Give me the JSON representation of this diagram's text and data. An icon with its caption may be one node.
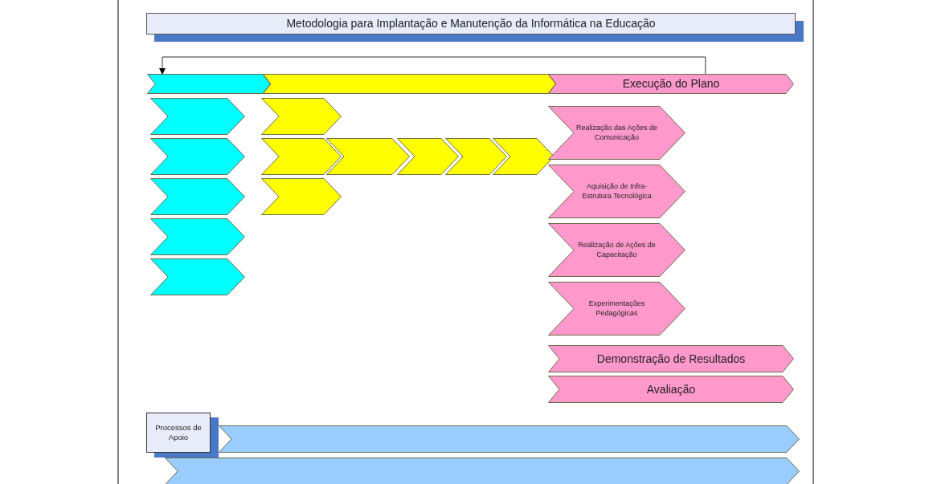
{
  "diagram": {
    "title": "Metodologia para Implantação e Manutenção da Informática na Educação",
    "nodes": [
      {
        "text": [],
        "shape": "chevron"
      },
      {
        "text": [],
        "shape": "chevron"
      },
      {
        "text": [
          "Execução do Plano"
        ]
      },
      {
        "text": [],
        "shape": "chevron"
      },
      {
        "text": [],
        "shape": "chevron"
      },
      {
        "text": [],
        "shape": "chevron"
      },
      {
        "text": [],
        "shape": "chevron"
      },
      {
        "text": [],
        "shape": "chevron"
      },
      {
        "text": [],
        "shape": "chevron"
      },
      {
        "text": [],
        "shape": "chevron"
      },
      {
        "text": [],
        "shape": "chevron"
      },
      {
        "text": [],
        "shape": "chevron"
      },
      {
        "text": [],
        "shape": "chevron"
      },
      {
        "text": [],
        "shape": "chevron"
      },
      {
        "text": [],
        "shape": "chevron"
      },
      {
        "text": [
          "Realização das Ações de Comunicação"
        ]
      },
      {
        "text": [
          "Aquisição de Infra-Estrutura Tecnológica"
        ]
      },
      {
        "text": [
          "Realização de Ações de Capacitação"
        ]
      },
      {
        "text": [
          "Experimentações Pedagógicas"
        ]
      },
      {
        "text": [
          "Demonstração de Resultados"
        ]
      },
      {
        "text": [
          "Avaliação"
        ]
      },
      {
        "text": [
          "Processos de Apoio"
        ]
      },
      {
        "text": [],
        "shape": "chevron"
      },
      {
        "text": [],
        "shape": "chevron"
      }
    ],
    "edges": [
      {
        "from": 2,
        "to": 0,
        "arrow": "to"
      }
    ]
  }
}
